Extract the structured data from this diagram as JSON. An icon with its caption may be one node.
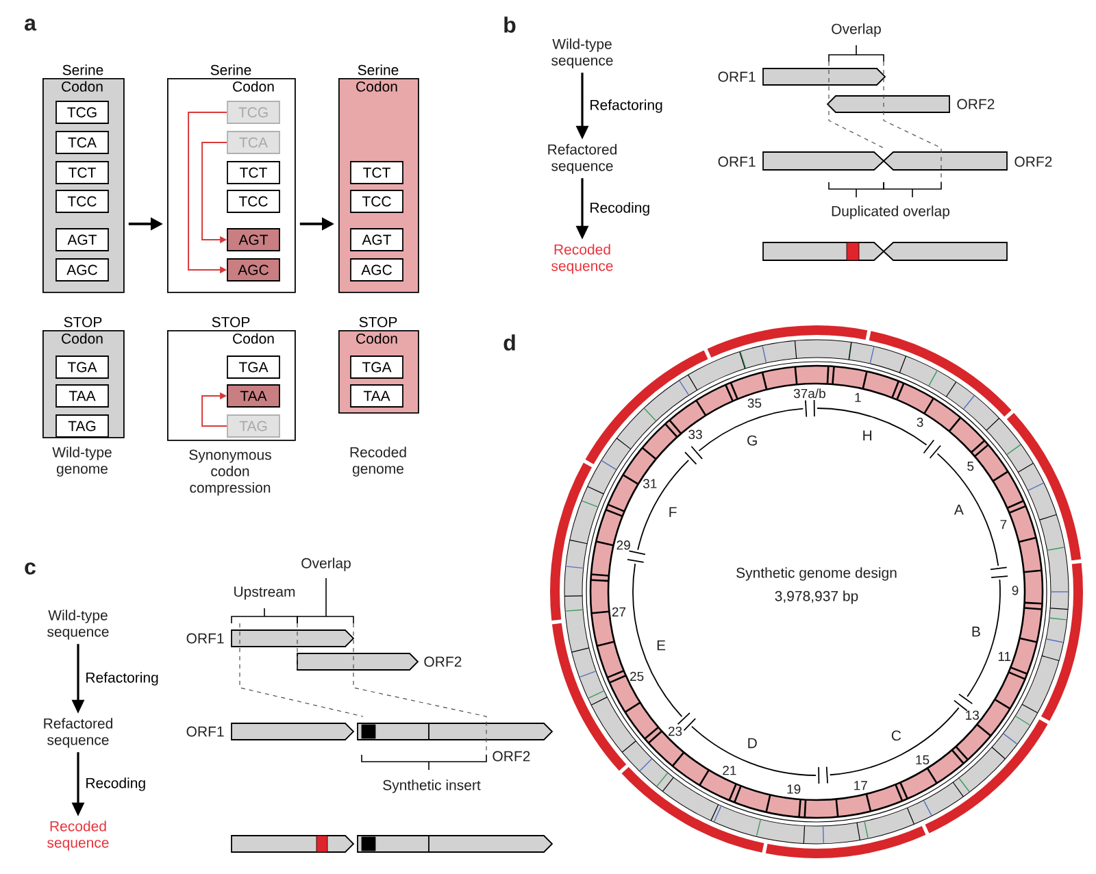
{
  "diagram": {
    "nodes": [
      {
        "text": [
          "Serine",
          "Codon"
        ]
      },
      {
        "text": [
          "TCG"
        ],
        "in": 0
      },
      {
        "text": [
          "TCA"
        ],
        "in": 0
      },
      {
        "text": [
          "TCT"
        ],
        "in": 0
      },
      {
        "text": [
          "TCC"
        ],
        "in": 0
      },
      {
        "text": [
          "AGT"
        ],
        "in": 0
      },
      {
        "text": [
          "AGC"
        ],
        "in": 0
      },
      {
        "text": [
          "Serine",
          "Codon"
        ]
      },
      {
        "text": [
          "TCG"
        ],
        "in": 7
      },
      {
        "text": [
          "TCA"
        ],
        "in": 7
      },
      {
        "text": [
          "TCT"
        ],
        "in": 7
      },
      {
        "text": [
          "TCC"
        ],
        "in": 7
      },
      {
        "text": [
          "AGT"
        ],
        "in": 7
      },
      {
        "text": [
          "AGC"
        ],
        "in": 7
      },
      {
        "text": [
          "Serine",
          "Codon"
        ]
      },
      {
        "text": [
          "TCT"
        ],
        "in": 14
      },
      {
        "text": [
          "TCC"
        ],
        "in": 14
      },
      {
        "text": [
          "AGT"
        ],
        "in": 14
      },
      {
        "text": [
          "AGC"
        ],
        "in": 14
      },
      {
        "text": [
          "STOP",
          "Codon"
        ]
      },
      {
        "text": [
          "TGA"
        ],
        "in": 19
      },
      {
        "text": [
          "TAA"
        ],
        "in": 19
      },
      {
        "text": [
          "TAG"
        ],
        "in": 19
      },
      {
        "text": [
          "STOP",
          "Codon"
        ]
      },
      {
        "text": [
          "TGA"
        ],
        "in": 23
      },
      {
        "text": [
          "TAA"
        ],
        "in": 23
      },
      {
        "text": [
          "TAG"
        ],
        "in": 23
      },
      {
        "text": [
          "STOP",
          "Codon"
        ]
      },
      {
        "text": [
          "TGA"
        ],
        "in": 27
      },
      {
        "text": [
          "TAA"
        ],
        "in": 27
      },
      {
        "text": [
          "Wild-type sequence"
        ]
      },
      {
        "text": [
          "Refactored sequence"
        ]
      },
      {
        "text": [
          "Recoded sequence"
        ]
      },
      {
        "text": [
          "Wild-type sequence"
        ]
      },
      {
        "text": [
          "Refactored sequence"
        ]
      },
      {
        "text": [
          "Recoded sequence"
        ]
      }
    ],
    "edges": [
      {
        "from": 0,
        "to": 7,
        "arrow": "to"
      },
      {
        "from": 7,
        "to": 14,
        "arrow": "to"
      },
      {
        "from": 8,
        "to": 13,
        "arrow": "to",
        "color": "#d9383a"
      },
      {
        "from": 9,
        "to": 12,
        "arrow": "to",
        "color": "#d9383a"
      },
      {
        "from": 26,
        "to": 25,
        "arrow": "to",
        "color": "#d9383a"
      },
      {
        "from": 30,
        "to": 31,
        "arrow": "to",
        "label": "Refactoring"
      },
      {
        "from": 31,
        "to": 32,
        "arrow": "to",
        "label": "Recoding"
      },
      {
        "from": 33,
        "to": 34,
        "arrow": "to",
        "label": "Refactoring"
      },
      {
        "from": 34,
        "to": 35,
        "arrow": "to",
        "label": "Recoding"
      }
    ],
    "labels": [
      "a",
      "Wild-type genome",
      "Synonymous codon compression",
      "Recoded genome",
      "b",
      "Overlap",
      "ORF1",
      "ORF2",
      "ORF1",
      "ORF2",
      "Duplicated overlap",
      "c",
      "Overlap",
      "Upstream",
      "ORF1",
      "ORF2",
      "ORF1",
      "ORF2",
      "Synthetic insert",
      "d",
      "Synthetic genome design",
      "3,978,937 bp",
      "37a/b",
      "1",
      "3",
      "5",
      "7",
      "9",
      "11",
      "13",
      "15",
      "19",
      "17",
      "21",
      "23",
      "25",
      "27",
      "29",
      "31",
      "33",
      "35",
      "H",
      "A",
      "B",
      "C",
      "D",
      "E",
      "F",
      "G"
    ]
  }
}
